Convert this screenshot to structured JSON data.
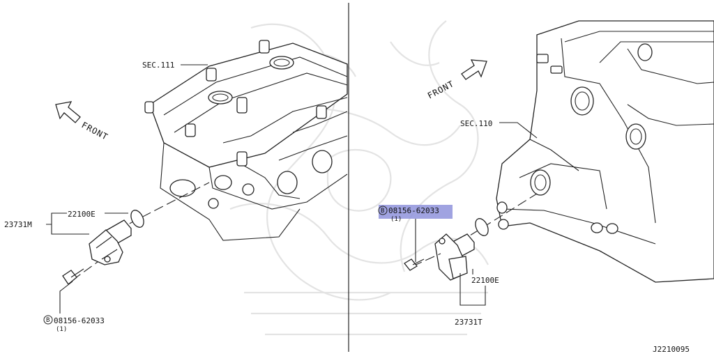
{
  "left_panel": {
    "sec_label": "SEC.111",
    "front_label": "FRONT",
    "sensor_assembly": "23731M",
    "oring_part": "22100E",
    "bolt_part": "08156-62033",
    "bolt_qty": "(1)",
    "bolt_symbol": "B"
  },
  "right_panel": {
    "sec_label": "SEC.110",
    "front_label": "FRONT",
    "sensor_assembly": "23731T",
    "oring_part": "22100E",
    "bolt_part": "08156-62033",
    "bolt_qty": "(1)",
    "bolt_symbol": "B",
    "highlight_color": "#8f93dc"
  },
  "diagram_code": "J2210095"
}
